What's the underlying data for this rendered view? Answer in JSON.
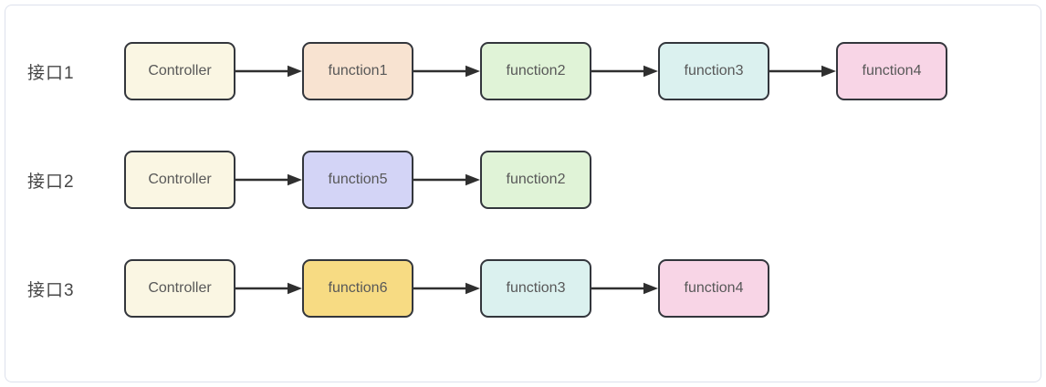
{
  "styles": {
    "frame_border": "#dde1ec",
    "node_border": "#33363c",
    "node_text": "#585858",
    "label_text": "#474747",
    "arrow_color": "#2f2f2f",
    "background": "#ffffff"
  },
  "diagram": {
    "rows": [
      {
        "label": "接口1",
        "nodes": [
          {
            "label": "Controller",
            "fill": "#faf6e3"
          },
          {
            "label": "function1",
            "fill": "#f8e3d1"
          },
          {
            "label": "function2",
            "fill": "#e0f3d7"
          },
          {
            "label": "function3",
            "fill": "#dbf1ef"
          },
          {
            "label": "function4",
            "fill": "#f8d5e6"
          }
        ]
      },
      {
        "label": "接口2",
        "nodes": [
          {
            "label": "Controller",
            "fill": "#faf6e3"
          },
          {
            "label": "function5",
            "fill": "#d3d4f6"
          },
          {
            "label": "function2",
            "fill": "#e0f3d7"
          }
        ]
      },
      {
        "label": "接口3",
        "nodes": [
          {
            "label": "Controller",
            "fill": "#faf6e3"
          },
          {
            "label": "function6",
            "fill": "#f7db83"
          },
          {
            "label": "function3",
            "fill": "#dbf1ef"
          },
          {
            "label": "function4",
            "fill": "#f8d5e6"
          }
        ]
      }
    ]
  }
}
